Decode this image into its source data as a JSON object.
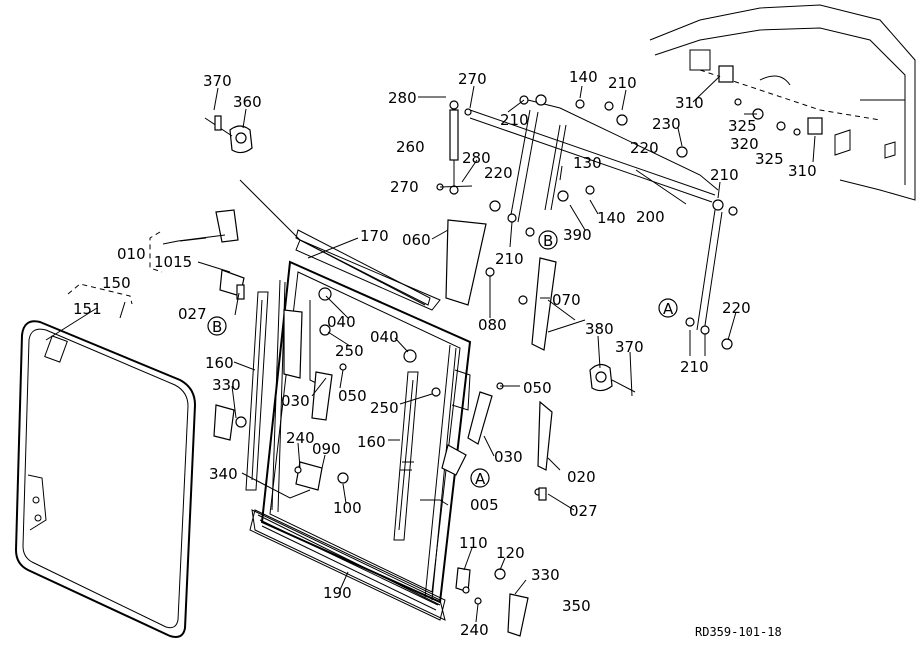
{
  "diagram": {
    "reference": "RD359-101-18",
    "callouts": [
      {
        "id": "c370a",
        "label": "370"
      },
      {
        "id": "c360",
        "label": "360"
      },
      {
        "id": "c280a",
        "label": "280"
      },
      {
        "id": "c270a",
        "label": "270"
      },
      {
        "id": "c140a",
        "label": "140"
      },
      {
        "id": "c210a",
        "label": "210"
      },
      {
        "id": "c210b",
        "label": "210"
      },
      {
        "id": "c310a",
        "label": "310"
      },
      {
        "id": "c325a",
        "label": "325"
      },
      {
        "id": "c220a",
        "label": "220"
      },
      {
        "id": "c230",
        "label": "230"
      },
      {
        "id": "c320",
        "label": "320"
      },
      {
        "id": "c325b",
        "label": "325"
      },
      {
        "id": "c310b",
        "label": "310"
      },
      {
        "id": "c260",
        "label": "260"
      },
      {
        "id": "c130",
        "label": "130"
      },
      {
        "id": "c280b",
        "label": "280"
      },
      {
        "id": "c220b",
        "label": "220"
      },
      {
        "id": "c270b",
        "label": "270"
      },
      {
        "id": "c210c",
        "label": "210"
      },
      {
        "id": "c140b",
        "label": "140"
      },
      {
        "id": "c200",
        "label": "200"
      },
      {
        "id": "c390",
        "label": "390"
      },
      {
        "id": "c170",
        "label": "170"
      },
      {
        "id": "c060",
        "label": "060"
      },
      {
        "id": "c210d",
        "label": "210"
      },
      {
        "id": "c010",
        "label": "010"
      },
      {
        "id": "c1015",
        "label": "1015"
      },
      {
        "id": "c150",
        "label": "150"
      },
      {
        "id": "c070",
        "label": "070"
      },
      {
        "id": "c151",
        "label": "151"
      },
      {
        "id": "c027a",
        "label": "027"
      },
      {
        "id": "c040a",
        "label": "040"
      },
      {
        "id": "c080",
        "label": "080"
      },
      {
        "id": "c220c",
        "label": "220"
      },
      {
        "id": "c040b",
        "label": "040"
      },
      {
        "id": "c250a",
        "label": "250"
      },
      {
        "id": "c380",
        "label": "380"
      },
      {
        "id": "c210e",
        "label": "210"
      },
      {
        "id": "c160a",
        "label": "160"
      },
      {
        "id": "c370b",
        "label": "370"
      },
      {
        "id": "c330a",
        "label": "330"
      },
      {
        "id": "c030a",
        "label": "030"
      },
      {
        "id": "c050a",
        "label": "050"
      },
      {
        "id": "c050b",
        "label": "050"
      },
      {
        "id": "c250b",
        "label": "250"
      },
      {
        "id": "c240a",
        "label": "240"
      },
      {
        "id": "c160b",
        "label": "160"
      },
      {
        "id": "c090",
        "label": "090"
      },
      {
        "id": "c030b",
        "label": "030"
      },
      {
        "id": "c020",
        "label": "020"
      },
      {
        "id": "c340",
        "label": "340"
      },
      {
        "id": "c100",
        "label": "100"
      },
      {
        "id": "c005",
        "label": "005"
      },
      {
        "id": "c027b",
        "label": "027"
      },
      {
        "id": "c110",
        "label": "110"
      },
      {
        "id": "c120",
        "label": "120"
      },
      {
        "id": "c330b",
        "label": "330"
      },
      {
        "id": "c190",
        "label": "190"
      },
      {
        "id": "c350",
        "label": "350"
      },
      {
        "id": "c240b",
        "label": "240"
      }
    ],
    "markers": [
      {
        "id": "mB1",
        "label": "B"
      },
      {
        "id": "mB2",
        "label": "B"
      },
      {
        "id": "mA1",
        "label": "A"
      },
      {
        "id": "mA2",
        "label": "A"
      }
    ]
  }
}
